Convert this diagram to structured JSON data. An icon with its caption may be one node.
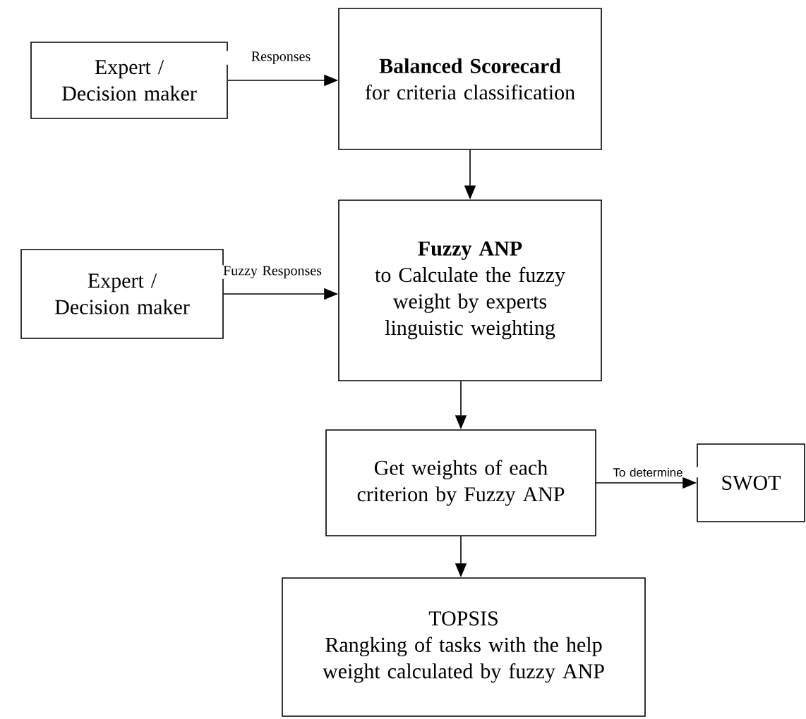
{
  "diagram": {
    "nodes": [
      {
        "text": [
          "Expert / Decision maker"
        ]
      },
      {
        "text": [
          "Balanced Scorecard",
          "for criteria classification"
        ]
      },
      {
        "text": [
          "Expert / Decision maker"
        ]
      },
      {
        "text": [
          "Fuzzy ANP",
          "to Calculate the fuzzy weight by experts linguistic weighting"
        ]
      },
      {
        "text": [
          "Get weights of each criterion by Fuzzy ANP"
        ]
      },
      {
        "text": [
          "SWOT"
        ]
      },
      {
        "text": [
          "TOPSIS",
          "Rangking of tasks with the help weight calculated by fuzzy ANP"
        ]
      }
    ],
    "edges": [
      {
        "from": 0,
        "to": 1,
        "arrow": "to",
        "label": "Responses"
      },
      {
        "from": 1,
        "to": 3,
        "arrow": "to"
      },
      {
        "from": 2,
        "to": 3,
        "arrow": "to",
        "label": "Fuzzy Responses"
      },
      {
        "from": 3,
        "to": 4,
        "arrow": "to"
      },
      {
        "from": 4,
        "to": 5,
        "arrow": "to",
        "label": "To determine"
      },
      {
        "from": 4,
        "to": 6,
        "arrow": "to"
      }
    ]
  }
}
